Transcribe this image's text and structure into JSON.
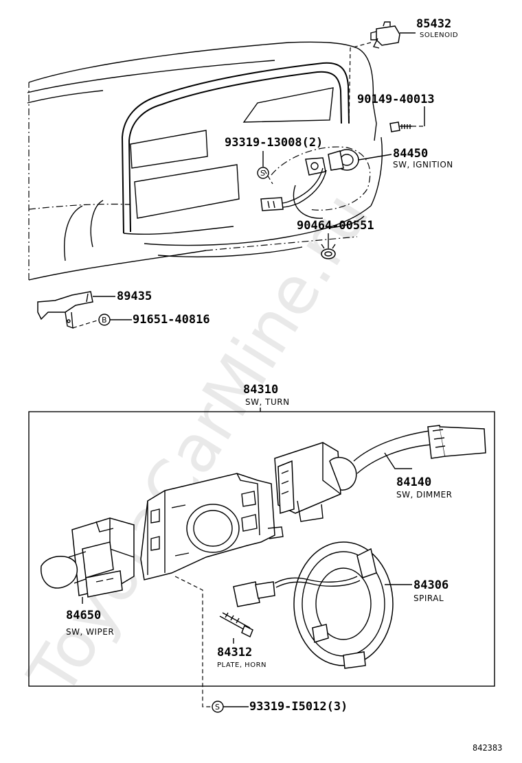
{
  "watermark": "ToyotaCarMine.ru",
  "diagram_id": "842383",
  "callouts": [
    {
      "id": "solenoid",
      "part_no": "85432",
      "name": "SOLENOID"
    },
    {
      "id": "bolt_top",
      "part_no": "90149-40013",
      "name": ""
    },
    {
      "id": "screw_s",
      "part_no": "93319-13008(2)",
      "name": ""
    },
    {
      "id": "ignition",
      "part_no": "84450",
      "name": "SW, IGNITION"
    },
    {
      "id": "clamp",
      "part_no": "90464-00551",
      "name": ""
    },
    {
      "id": "bracket",
      "part_no": "89435",
      "name": ""
    },
    {
      "id": "screw_b",
      "part_no": "91651-40816",
      "name": ""
    },
    {
      "id": "turn",
      "part_no": "84310",
      "name": "SW, TURN"
    },
    {
      "id": "dimmer",
      "part_no": "84140",
      "name": "SW, DIMMER"
    },
    {
      "id": "spiral",
      "part_no": "84306",
      "name": "SPIRAL"
    },
    {
      "id": "wiper",
      "part_no": "84650",
      "name": "SW, WIPER"
    },
    {
      "id": "horn",
      "part_no": "84312",
      "name": "PLATE, HORN"
    },
    {
      "id": "screw_s2",
      "part_no": "93319-I5012(3)",
      "name": ""
    }
  ],
  "markers": {
    "s": "S",
    "b": "B"
  }
}
